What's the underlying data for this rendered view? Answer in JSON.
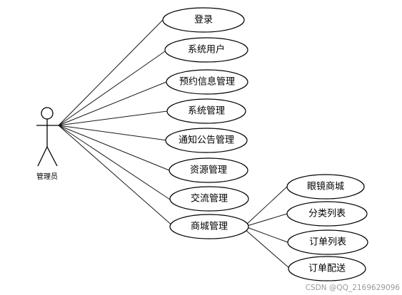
{
  "actor": {
    "label": "管理员"
  },
  "use_cases": [
    {
      "id": "login",
      "label": "登录"
    },
    {
      "id": "system-user",
      "label": "系统用户"
    },
    {
      "id": "booking-info",
      "label": "预约信息管理"
    },
    {
      "id": "system-management",
      "label": "系统管理"
    },
    {
      "id": "notice-management",
      "label": "通知公告管理"
    },
    {
      "id": "resource-management",
      "label": "资源管理"
    },
    {
      "id": "exchange-management",
      "label": "交流管理"
    },
    {
      "id": "mall-management",
      "label": "商城管理"
    }
  ],
  "sub_use_cases": [
    {
      "id": "glasses-shop",
      "label": "眼镜商城"
    },
    {
      "id": "category-list",
      "label": "分类列表"
    },
    {
      "id": "order-list",
      "label": "订单列表"
    },
    {
      "id": "order-delivery",
      "label": "订单配送"
    }
  ],
  "relations": [
    {
      "from": "actor",
      "to": "login"
    },
    {
      "from": "actor",
      "to": "system-user"
    },
    {
      "from": "actor",
      "to": "booking-info"
    },
    {
      "from": "actor",
      "to": "system-management"
    },
    {
      "from": "actor",
      "to": "notice-management"
    },
    {
      "from": "actor",
      "to": "resource-management"
    },
    {
      "from": "actor",
      "to": "exchange-management"
    },
    {
      "from": "actor",
      "to": "mall-management"
    },
    {
      "from": "mall-management",
      "to": "glasses-shop"
    },
    {
      "from": "mall-management",
      "to": "category-list"
    },
    {
      "from": "mall-management",
      "to": "order-list"
    },
    {
      "from": "mall-management",
      "to": "order-delivery"
    }
  ],
  "watermark": "CSDN @QQ_2169629096"
}
